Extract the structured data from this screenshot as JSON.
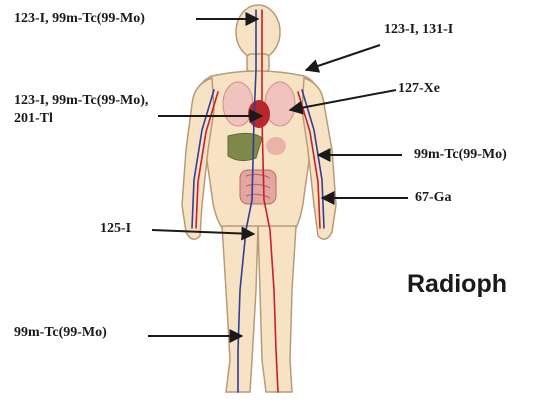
{
  "labels": {
    "head": "123-I, 99m-Tc(99-Mo)",
    "thyroid": "123-I, 131-I",
    "heart_line1": "123-I, 99m-Tc(99-Mo),",
    "heart_line2": "201-Tl",
    "lung": "127-Xe",
    "bone": "99m-Tc(99-Mo)",
    "soft_tissue": "67-Ga",
    "blood": "125-I",
    "leg": "99m-Tc(99-Mo)"
  },
  "side_title": "Radioph",
  "colors": {
    "skin": "#f7e3c4",
    "outline": "#b99a78",
    "artery": "#c8202a",
    "vein": "#2f3f9a",
    "organ": "#e9a0a0",
    "liver": "#7f8a4a",
    "arrow": "#1a1a1a"
  }
}
